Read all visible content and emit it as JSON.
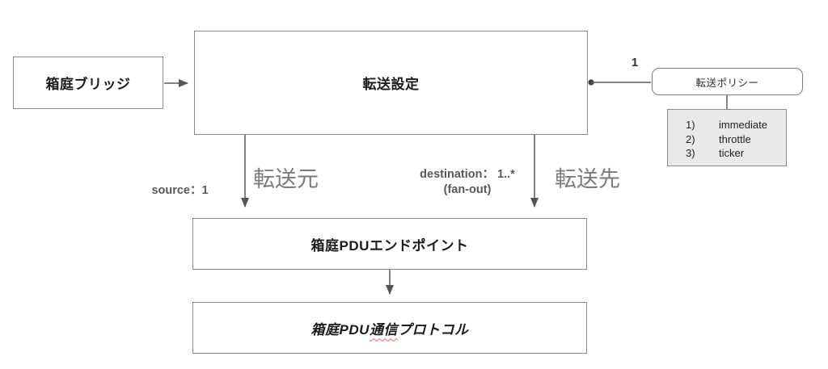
{
  "diagram": {
    "nodes": {
      "bridge": {
        "label": "箱庭ブリッジ"
      },
      "transfer_config": {
        "label": "転送設定"
      },
      "transfer_policy": {
        "label": "転送ポリシー"
      },
      "policy_list": {
        "items": [
          {
            "num": "1)",
            "label": "immediate"
          },
          {
            "num": "2)",
            "label": "throttle"
          },
          {
            "num": "3)",
            "label": "ticker"
          }
        ]
      },
      "pdu_endpoint": {
        "label": "箱庭PDUエンドポイント"
      },
      "pdu_protocol": {
        "label_pre": "箱庭PDU",
        "label_marked": "通信",
        "label_post": "プロトコル"
      }
    },
    "edges": {
      "policy_multiplicity": "1",
      "source_multiplicity": "source：1",
      "source_role": "転送元",
      "destination_multiplicity": "destination： 1..*",
      "destination_note": "(fan-out)",
      "destination_role": "転送先"
    },
    "colors": {
      "box_border": "#8a8a8a",
      "arrow": "#5a5a5a",
      "text": "#1b1b1b",
      "role_label": "#7b7b7b",
      "multiplicity_label": "#595959",
      "list_background": "#e9e9e9",
      "squiggle": "#e06c60"
    }
  }
}
